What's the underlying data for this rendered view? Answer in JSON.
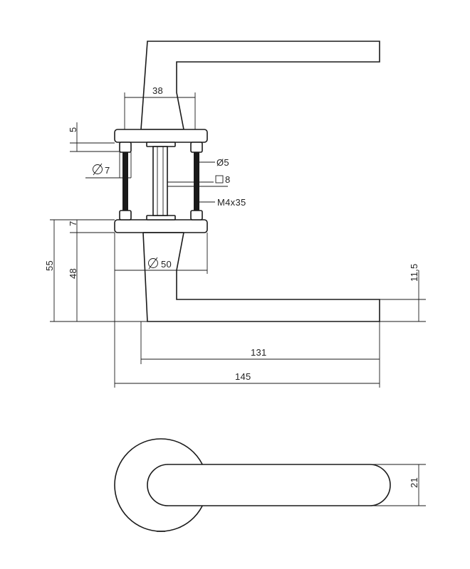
{
  "dimensions": {
    "rose_offset": "38",
    "top_gap": "5",
    "pin_diameter": "7",
    "screw_diameter": "Ø5",
    "spindle_square": "8",
    "screw_size": "M4x35",
    "rose_height": "7",
    "rose_diameter": "50",
    "total_height": "55",
    "lever_height": "48",
    "grip_thickness": "11,5",
    "lever_reach": "131",
    "total_length": "145",
    "grip_width": "21"
  },
  "colors": {
    "line": "#1a1a1a",
    "background": "#ffffff"
  },
  "symbols": {
    "diameter": "diameter-symbol",
    "square": "square-symbol"
  }
}
